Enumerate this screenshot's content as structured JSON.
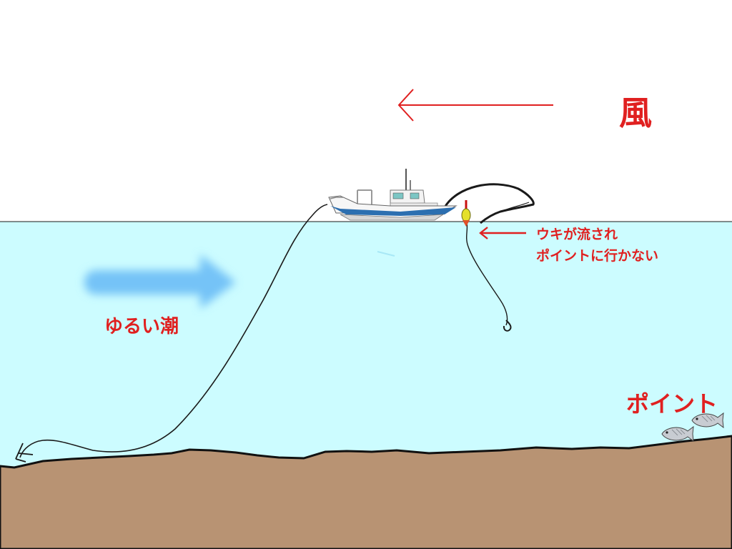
{
  "labels": {
    "wind": "風",
    "tide": "ゆるい潮",
    "float_note_line1": "ウキが流され",
    "float_note_line2": "ポイントに行かない",
    "point": "ポイント"
  },
  "colors": {
    "sky": "#ffffff",
    "water": "#ccfcff",
    "seabed": "#b89373",
    "label_red": "#e02020",
    "tide_arrow": "#74c3f7",
    "line": "#1a1a1a"
  },
  "icons": {
    "boat": "fishing-boat-icon",
    "float": "fishing-float-icon",
    "hook": "hook-icon",
    "anchor": "anchor-icon",
    "fish": "fish-icon"
  }
}
